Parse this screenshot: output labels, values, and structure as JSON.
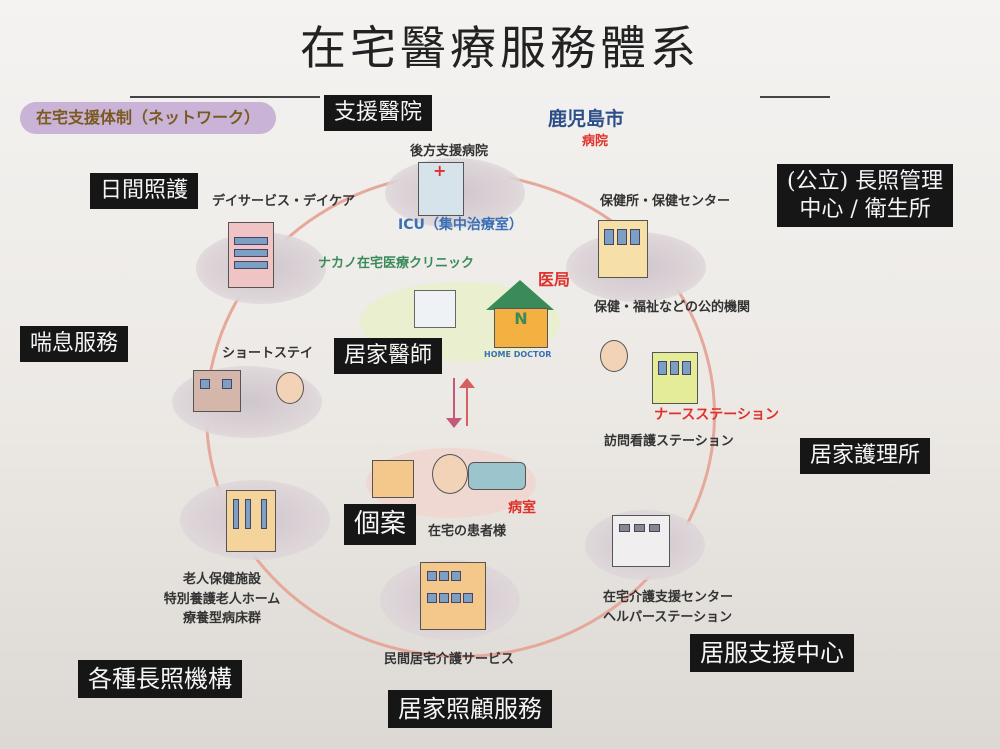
{
  "title": "在宅醫療服務體系",
  "diagram": {
    "badge": "在宅支援体制（ネットワーク）",
    "city": "鹿児島市",
    "hospital_red": "病院",
    "backup_hospital": "後方支援病院",
    "icu": "ICU（集中治療室）",
    "clinic": "ナカノ在宅医療クリニック",
    "pharmacy_red": "医局",
    "home_doctor": "HOME DOCTOR",
    "day_service": "デイサービス・デイケア",
    "health_center": "保健所・保健センター",
    "public_agency": "保健・福祉などの公的機関",
    "short_stay": "ショートステイ",
    "nurse_station_red": "ナースステーション",
    "visit_nursing": "訪問看護ステーション",
    "patient": "在宅の患者様",
    "sickroom_red": "病室",
    "elder_facilities": [
      "老人保健施設",
      "特別養護老人ホーム",
      "療養型病床群"
    ],
    "private_care": "民間居宅介護サービス",
    "care_support": [
      "在宅介護支援センター",
      "ヘルパーステーション"
    ]
  },
  "labels": {
    "support_hospital": "支援醫院",
    "day_care": "日間照護",
    "long_term_center": [
      "(公立) 長照管理",
      "中心 / 衛生所"
    ],
    "respite": "喘息服務",
    "home_doctor": "居家醫師",
    "home_nursing": "居家護理所",
    "case": "個案",
    "home_service_center": "居服支援中心",
    "ltc_institutions": "各種長照機構",
    "home_care_service": "居家照顧服務"
  },
  "colors": {
    "ring": "#e6a89a",
    "label_box": "#161616",
    "red_text": "#e0302a",
    "blue_text": "#3a6fb5",
    "green_text": "#3a8a5a"
  }
}
